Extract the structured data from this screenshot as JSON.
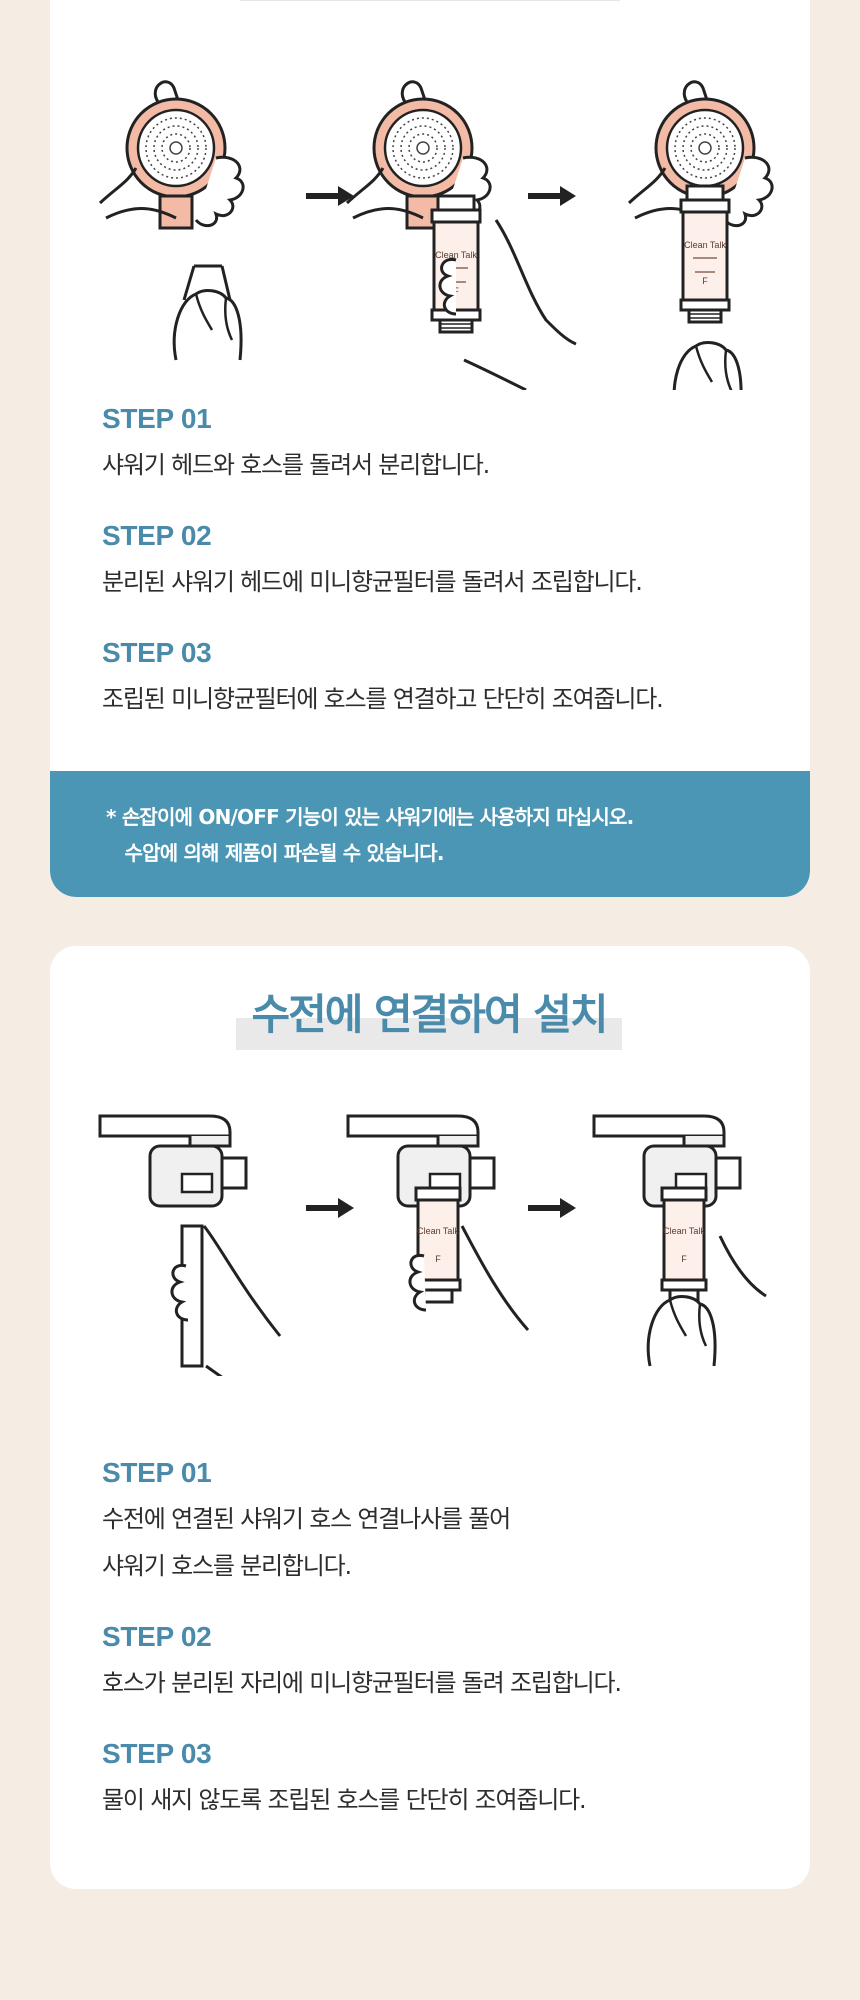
{
  "section_1": {
    "product_label": "Clean Talk",
    "steps": [
      {
        "label": "STEP 01",
        "text": "샤워기 헤드와 호스를 돌려서 분리합니다."
      },
      {
        "label": "STEP 02",
        "text": "분리된 샤워기 헤드에 미니향균필터를 돌려서 조립합니다."
      },
      {
        "label": "STEP 03",
        "text": "조립된 미니향균필터에 호스를 연결하고 단단히 조여줍니다."
      }
    ],
    "notice": "* 손잡이에 ON/OFF 기능이 있는 샤워기에는 사용하지 마십시오.\n   수압에 의해 제품이 파손될 수 있습니다."
  },
  "section_2": {
    "title": "수전에 연결하여 설치",
    "product_label": "Clean Talk",
    "steps": [
      {
        "label": "STEP 01",
        "text": "수전에 연결된 샤워기 호스 연결나사를 풀어\n샤워기 호스를 분리합니다."
      },
      {
        "label": "STEP 02",
        "text": "호스가 분리된 자리에 미니향균필터를 돌려 조립합니다."
      },
      {
        "label": "STEP 03",
        "text": "물이 새지 않도록 조립된 호스를 단단히 조여줍니다."
      }
    ]
  },
  "colors": {
    "accent": "#4a8aaa",
    "notice_bg": "#4b96b4",
    "page_bg": "#f5ede3",
    "shower_head": "#f3bba5",
    "filter": "#fdf0ea"
  },
  "icons": [
    "shower-head-icon",
    "arrow-right-icon",
    "faucet-icon",
    "filter-cartridge-icon",
    "hand-icon",
    "hose-icon"
  ]
}
